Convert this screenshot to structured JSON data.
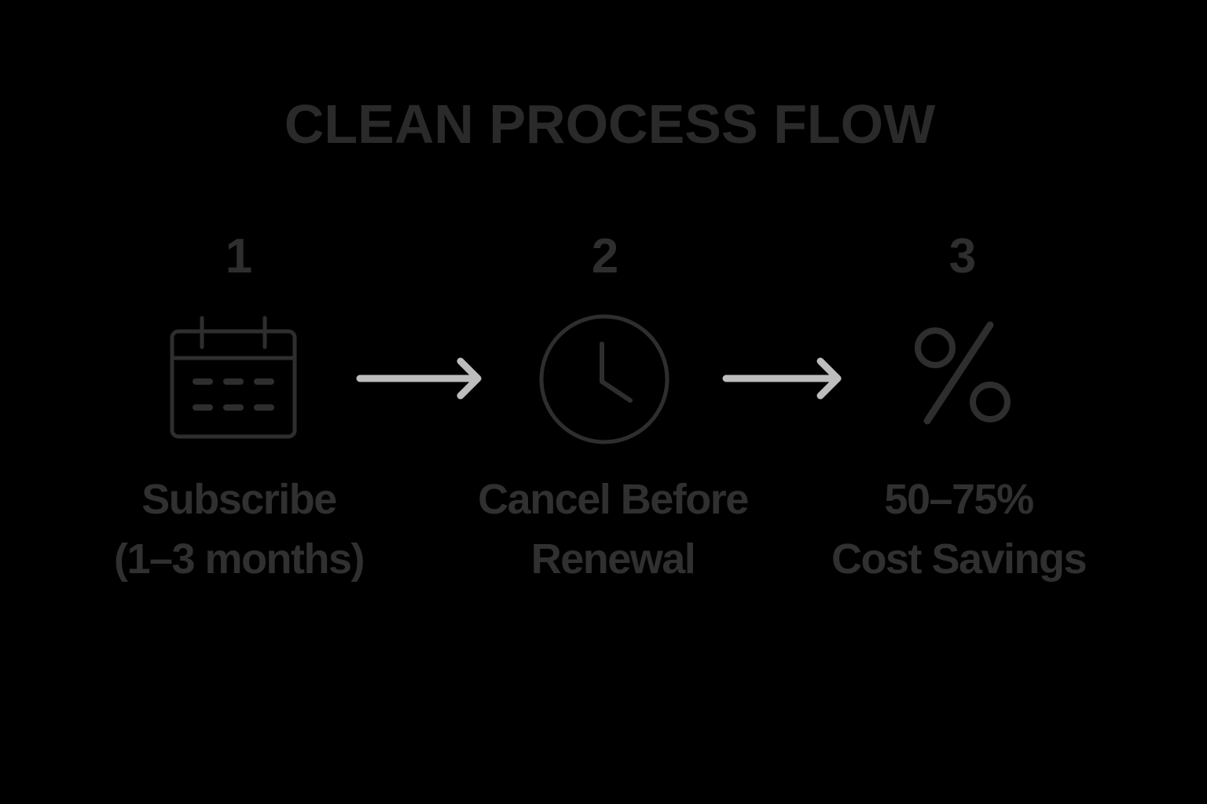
{
  "title": "CLEAN PROCESS FLOW",
  "steps": [
    {
      "number": "1",
      "icon": "calendar-icon",
      "label_line1": "Subscribe",
      "label_line2": "(1–3 months)"
    },
    {
      "number": "2",
      "icon": "clock-icon",
      "label_line1": "Cancel Before",
      "label_line2": "Renewal"
    },
    {
      "number": "3",
      "icon": "percent-icon",
      "label_line1": "50–75%",
      "label_line2": "Cost Savings"
    }
  ],
  "colors": {
    "background": "#000000",
    "text": "#2e2e2e",
    "icon_stroke": "#2e2e2e",
    "arrow": "#bdbdbd"
  }
}
